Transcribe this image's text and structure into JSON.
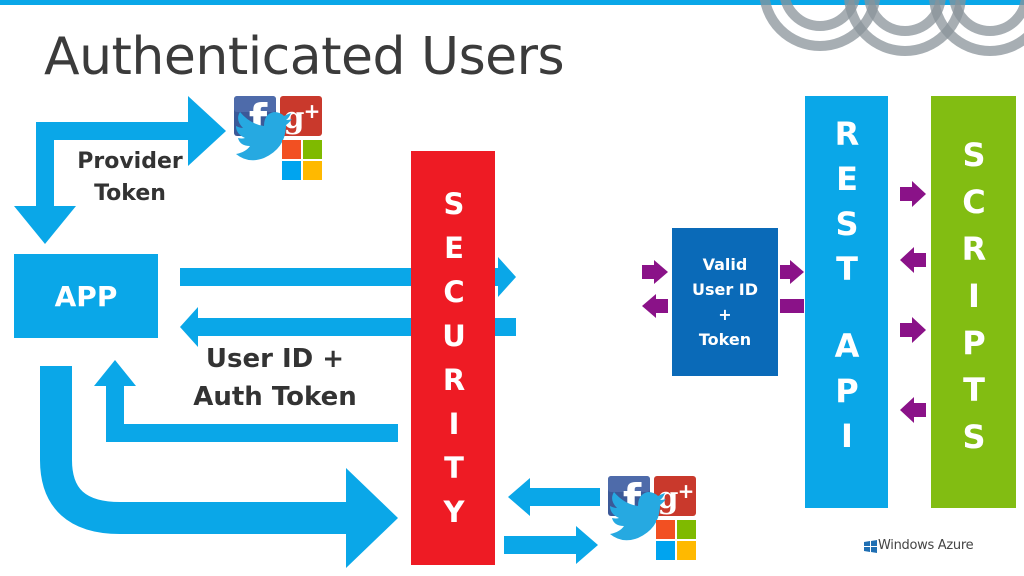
{
  "title": "Authenticated Users",
  "app_label": "APP",
  "provider_token": [
    "Provider",
    "Token"
  ],
  "userid_auth": [
    "User ID +",
    "Auth Token"
  ],
  "valid_box": [
    "Valid",
    "User ID",
    "+",
    "Token"
  ],
  "security_letters": [
    "S",
    "E",
    "C",
    "U",
    "R",
    "I",
    "T",
    "Y"
  ],
  "restapi_letters": [
    "R",
    "E",
    "S",
    "T",
    "",
    "A",
    "P",
    "I"
  ],
  "scripts_letters": [
    "S",
    "C",
    "R",
    "I",
    "P",
    "T",
    "S"
  ],
  "footer_logo": "Windows Azure",
  "colors": {
    "accent_blue": "#0aa7e8",
    "security_red": "#ee1b24",
    "rest_api_blue": "#0aa7e8",
    "scripts_green": "#82bd12",
    "valid_box_blue": "#0a6ab8",
    "purple_arrow": "#8a1288"
  },
  "icons": [
    "facebook-icon",
    "google-plus-icon",
    "twitter-icon",
    "microsoft-icon"
  ]
}
